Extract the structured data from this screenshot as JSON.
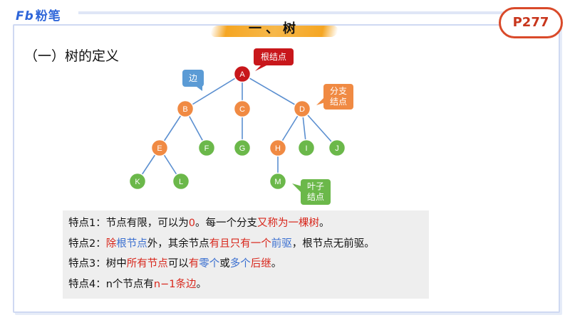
{
  "logo": {
    "mark": "Fb",
    "name": "粉笔"
  },
  "page_badge": "P277",
  "title": "一、树",
  "subtitle": "（一）树的定义",
  "callouts": {
    "root": "根结点",
    "edge": "边",
    "branch": [
      "分支",
      "结点"
    ],
    "leaf": [
      "叶子",
      "结点"
    ]
  },
  "colors": {
    "root": "#c8171b",
    "branch": "#f08a43",
    "leaf": "#6bb84a",
    "edge_line": "#5b8fd0",
    "emphasis_red": "#d8261b",
    "emphasis_blue": "#3a6fd0"
  },
  "tree": {
    "nodes": [
      {
        "id": "A",
        "type": "root"
      },
      {
        "id": "B",
        "type": "branch"
      },
      {
        "id": "C",
        "type": "branch"
      },
      {
        "id": "D",
        "type": "branch"
      },
      {
        "id": "E",
        "type": "branch"
      },
      {
        "id": "F",
        "type": "leaf"
      },
      {
        "id": "G",
        "type": "leaf"
      },
      {
        "id": "H",
        "type": "branch"
      },
      {
        "id": "I",
        "type": "leaf"
      },
      {
        "id": "J",
        "type": "leaf"
      },
      {
        "id": "K",
        "type": "leaf"
      },
      {
        "id": "L",
        "type": "leaf"
      },
      {
        "id": "M",
        "type": "leaf"
      }
    ],
    "edges": [
      [
        "A",
        "B"
      ],
      [
        "A",
        "C"
      ],
      [
        "A",
        "D"
      ],
      [
        "B",
        "E"
      ],
      [
        "B",
        "F"
      ],
      [
        "C",
        "G"
      ],
      [
        "D",
        "H"
      ],
      [
        "D",
        "I"
      ],
      [
        "D",
        "J"
      ],
      [
        "E",
        "K"
      ],
      [
        "E",
        "L"
      ],
      [
        "H",
        "M"
      ]
    ]
  },
  "features": [
    [
      {
        "text": "特点1：节点有限，可以为"
      },
      {
        "text": "0",
        "color": "red"
      },
      {
        "text": "。每一个分支"
      },
      {
        "text": "又称为一棵树",
        "color": "red"
      },
      {
        "text": "。"
      }
    ],
    [
      {
        "text": "特点2："
      },
      {
        "text": "除",
        "color": "red"
      },
      {
        "text": "根节点",
        "color": "blue"
      },
      {
        "text": "外，其余节点"
      },
      {
        "text": "有且只有一个",
        "color": "red"
      },
      {
        "text": "前驱",
        "color": "blue"
      },
      {
        "text": "，根节点无前驱。"
      }
    ],
    [
      {
        "text": "特点3：树中"
      },
      {
        "text": "所有节点",
        "color": "red"
      },
      {
        "text": "可以"
      },
      {
        "text": "有",
        "color": "red"
      },
      {
        "text": "零个",
        "color": "blue"
      },
      {
        "text": "或"
      },
      {
        "text": "多个",
        "color": "blue"
      },
      {
        "text": "后继",
        "color": "red"
      },
      {
        "text": "。"
      }
    ],
    [
      {
        "text": "特点4：n个节点有"
      },
      {
        "text": "n−1条边",
        "color": "red"
      },
      {
        "text": "。"
      }
    ]
  ]
}
